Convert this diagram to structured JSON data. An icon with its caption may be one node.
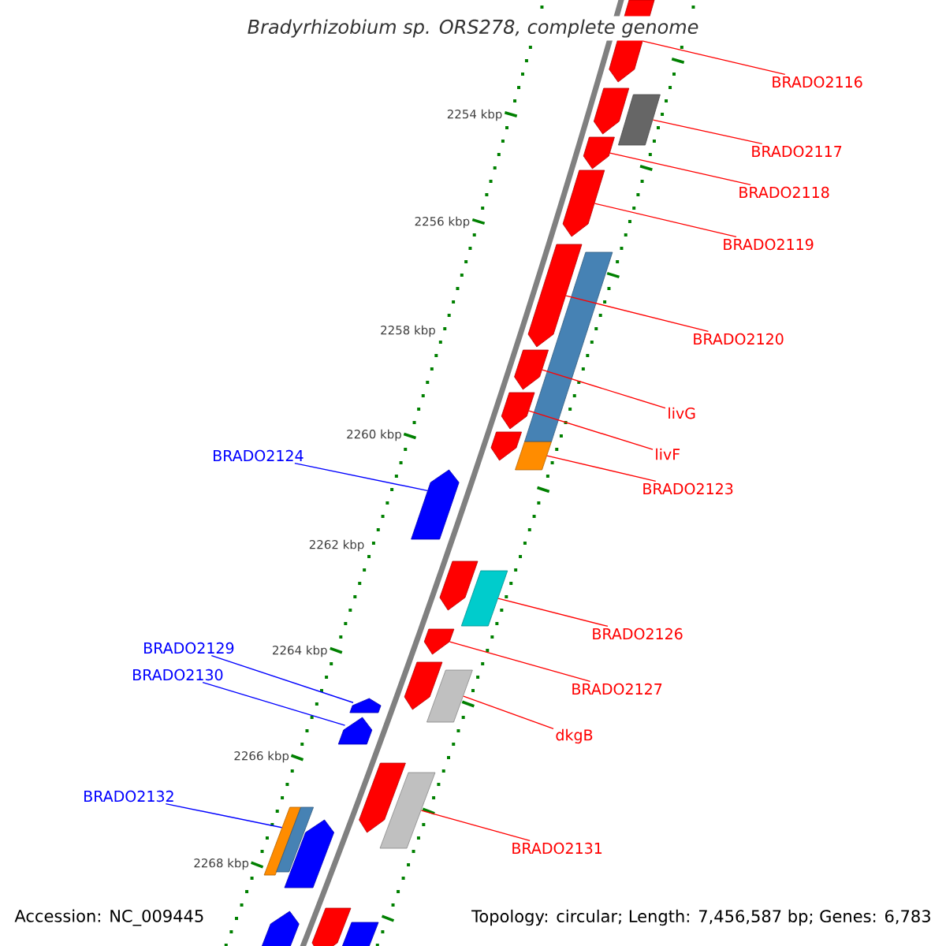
{
  "diagram": {
    "title": "Bradyrhizobium sp. ORS278, complete genome",
    "nodes": [
      {
        "text": [
          "BRADO2116"
        ]
      },
      {
        "text": [
          "BRADO2117"
        ]
      },
      {
        "text": [
          "BRADO2118"
        ]
      },
      {
        "text": [
          "BRADO2119"
        ]
      },
      {
        "text": [
          "BRADO2120"
        ]
      },
      {
        "text": [
          "livG"
        ]
      },
      {
        "text": [
          "livF"
        ]
      },
      {
        "text": [
          "BRADO2123"
        ]
      },
      {
        "text": [
          "BRADO2124"
        ]
      },
      {
        "text": [
          "BRADO2126"
        ]
      },
      {
        "text": [
          "BRADO2127"
        ]
      },
      {
        "text": [
          "dkgB"
        ]
      },
      {
        "text": [
          "BRADO2129"
        ]
      },
      {
        "text": [
          "BRADO2130"
        ]
      },
      {
        "text": [
          "BRADO2132"
        ]
      },
      {
        "text": [
          "BRADO2131"
        ]
      },
      {
        "text": [],
        "shape": "arrow"
      },
      {
        "text": [],
        "shape": "box"
      },
      {
        "text": [],
        "shape": "arrow"
      },
      {
        "text": [],
        "shape": "arrow"
      },
      {
        "text": [],
        "shape": "arrow"
      },
      {
        "text": [],
        "shape": "arrow"
      },
      {
        "text": [],
        "shape": "arrow"
      },
      {
        "text": [],
        "shape": "box"
      },
      {
        "text": [],
        "shape": "arrow"
      },
      {
        "text": [],
        "shape": "box"
      },
      {
        "text": [],
        "shape": "arrow"
      },
      {
        "text": [],
        "shape": "box"
      },
      {
        "text": [],
        "shape": "arrow"
      },
      {
        "text": [],
        "shape": "arrow"
      },
      {
        "text": [],
        "shape": "box"
      },
      {
        "text": [],
        "shape": "box"
      },
      {
        "text": [],
        "shape": "arrow"
      },
      {
        "text": [],
        "shape": "arrow"
      },
      {
        "text": [],
        "shape": "arrow"
      },
      {
        "text": [],
        "shape": "arrow"
      },
      {
        "text": [],
        "shape": "arrow"
      },
      {
        "text": [],
        "shape": "arrow"
      },
      {
        "text": [],
        "shape": "box"
      },
      {
        "text": [],
        "shape": "box"
      },
      {
        "text": [],
        "shape": "arrow"
      },
      {
        "text": [],
        "shape": "arrow"
      },
      {
        "text": [],
        "shape": "box"
      }
    ],
    "edges": [
      {
        "from": 0,
        "to": 16,
        "arrow": "none"
      },
      {
        "from": 1,
        "to": 17,
        "arrow": "none"
      },
      {
        "from": 2,
        "to": 18,
        "arrow": "none"
      },
      {
        "from": 3,
        "to": 19,
        "arrow": "none"
      },
      {
        "from": 4,
        "to": 20,
        "arrow": "none"
      },
      {
        "from": 5,
        "to": 21,
        "arrow": "none"
      },
      {
        "from": 6,
        "to": 22,
        "arrow": "none"
      },
      {
        "from": 7,
        "to": 23,
        "arrow": "none"
      },
      {
        "from": 8,
        "to": 24,
        "arrow": "none",
        "color": "#0000ff"
      },
      {
        "from": 9,
        "to": 25,
        "arrow": "none"
      },
      {
        "from": 10,
        "to": 26,
        "arrow": "none"
      },
      {
        "from": 11,
        "to": 27,
        "arrow": "none"
      },
      {
        "from": 12,
        "to": 28,
        "arrow": "none",
        "color": "#0000ff"
      },
      {
        "from": 13,
        "to": 29,
        "arrow": "none",
        "color": "#0000ff"
      },
      {
        "from": 14,
        "to": 30,
        "arrow": "none",
        "color": "#0000ff"
      },
      {
        "from": 15,
        "to": 31,
        "arrow": "none"
      }
    ],
    "labels": [
      "2254 kbp",
      "2256 kbp",
      "2258 kbp",
      "2260 kbp",
      "2262 kbp",
      "2264 kbp",
      "2266 kbp",
      "2268 kbp",
      "Accession: NC_009445",
      "Topology: circular; Length: 7,456,587 bp; Genes: 6,783"
    ]
  }
}
